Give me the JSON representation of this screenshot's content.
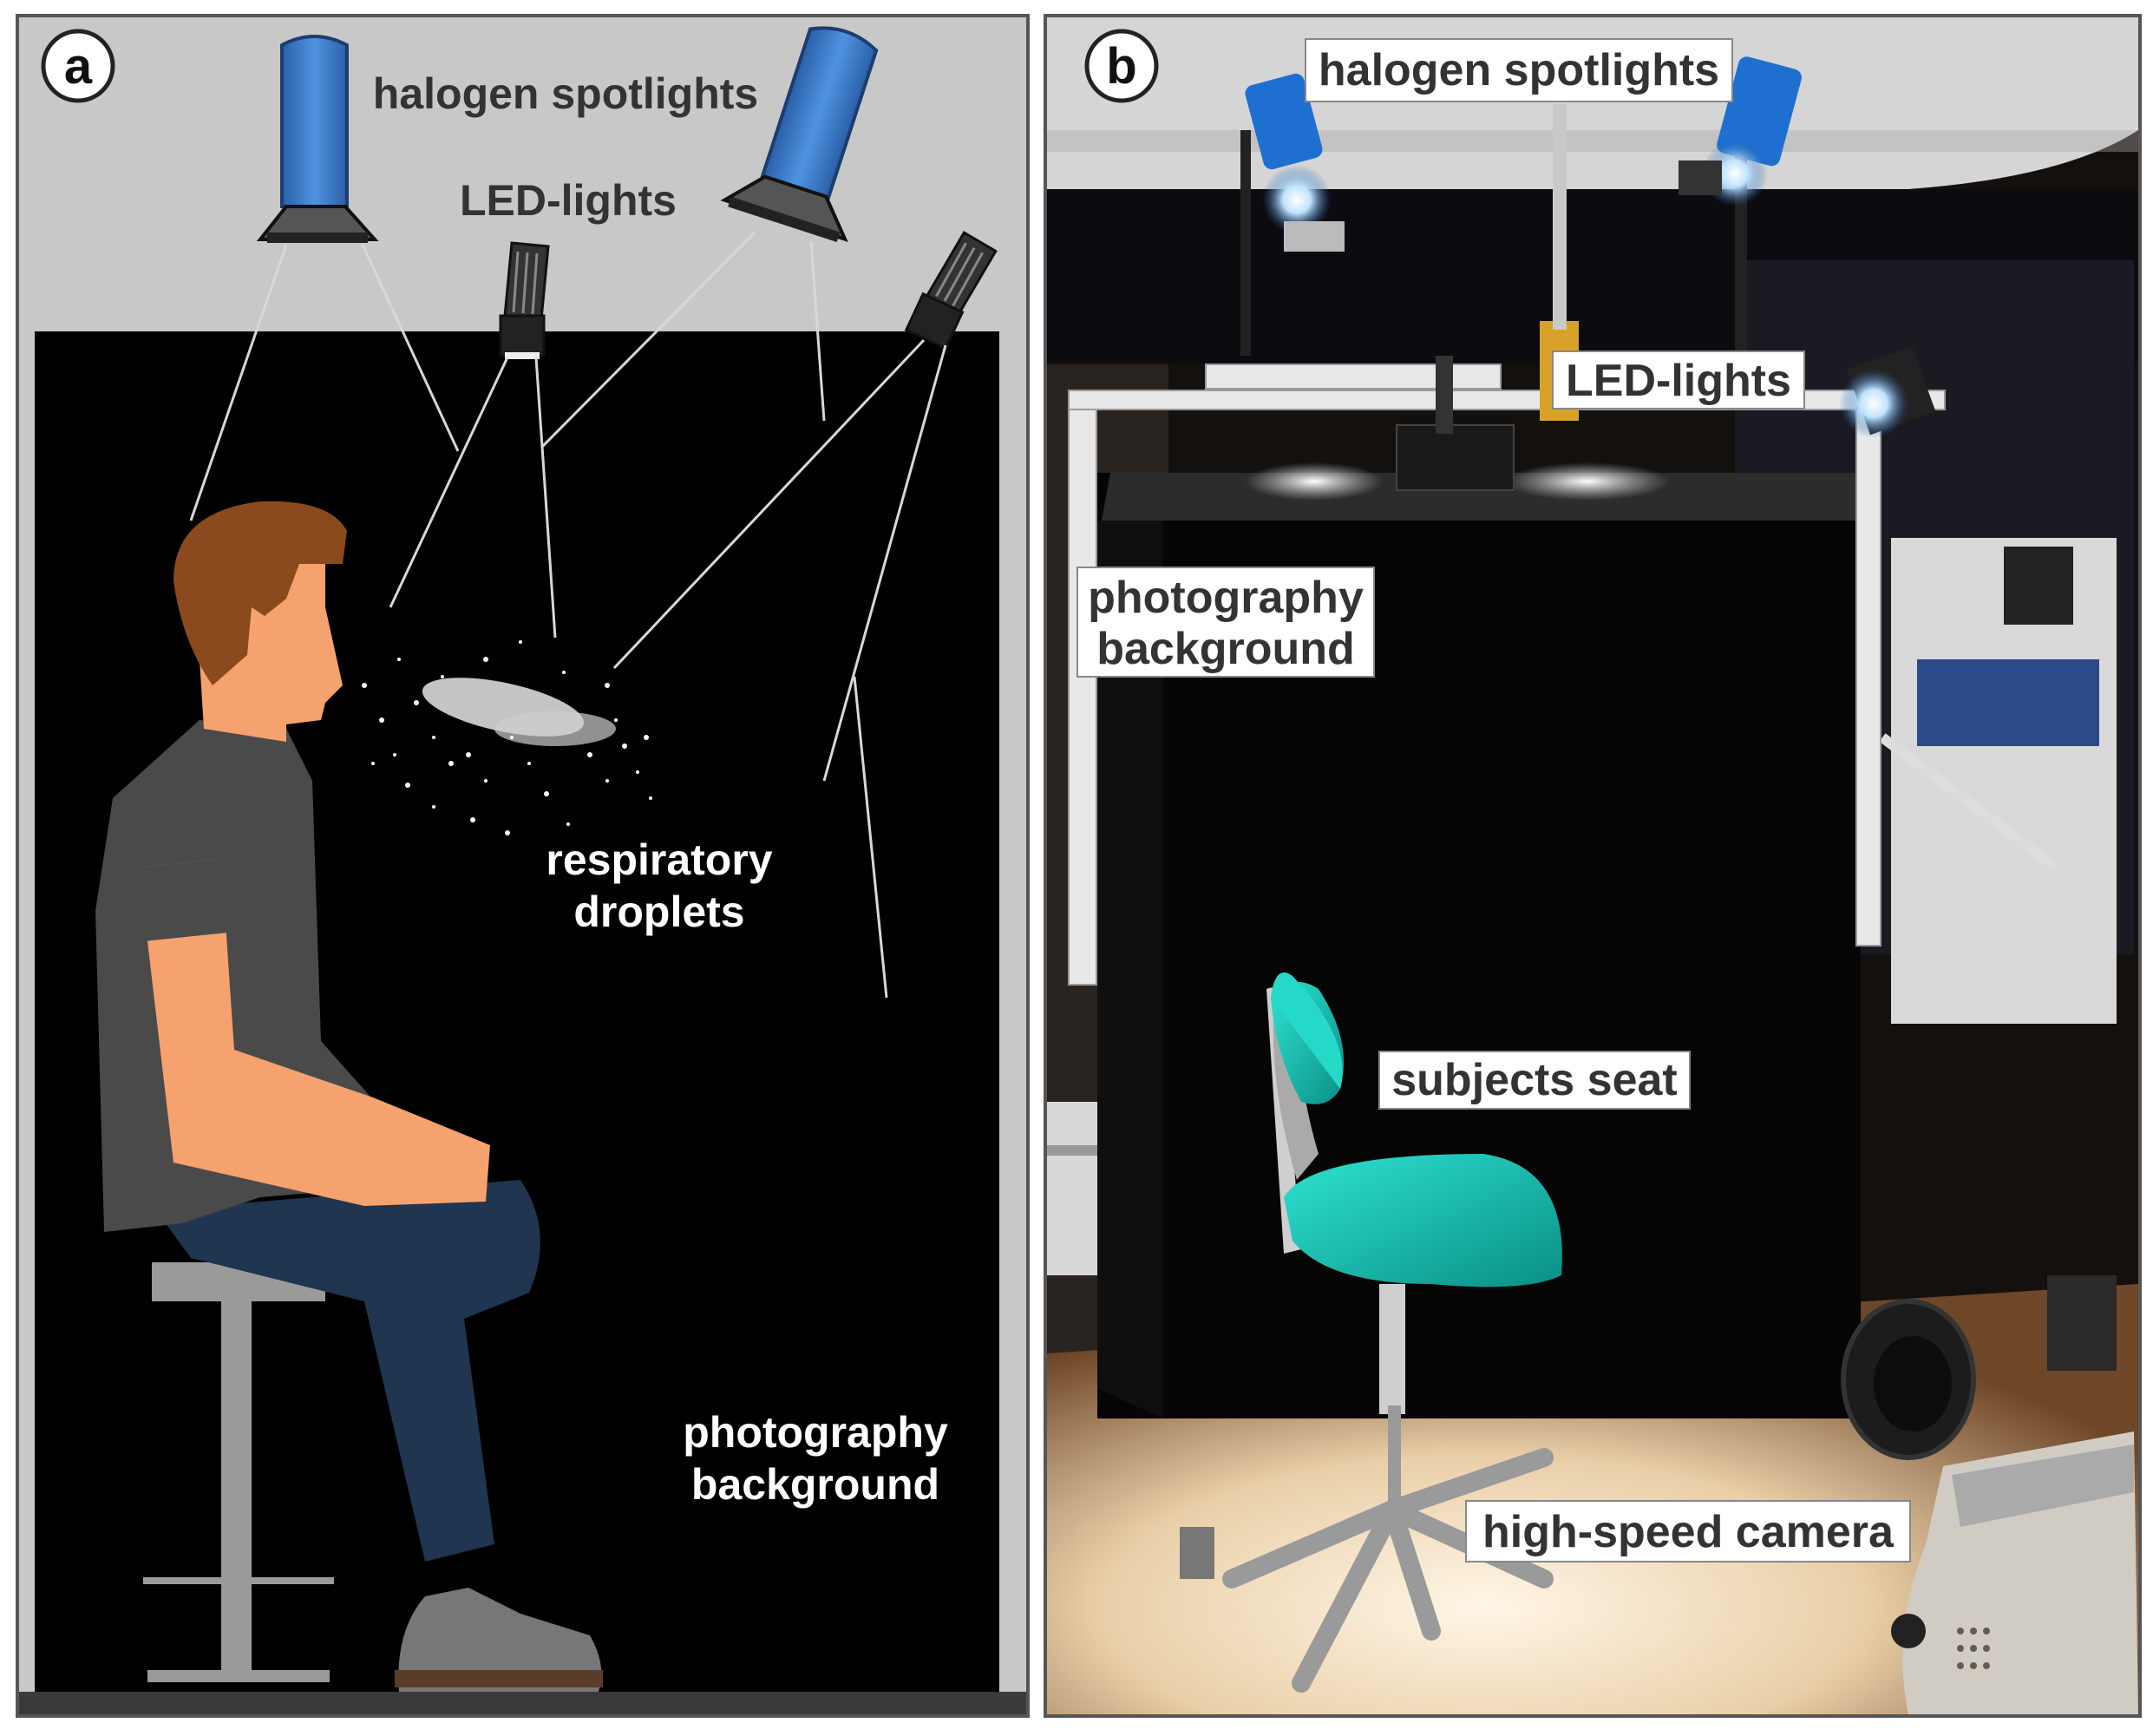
{
  "panel_a": {
    "badge": "a",
    "labels": {
      "halogen": "halogen spotlights",
      "led": "LED-lights",
      "droplets_line1": "respiratory",
      "droplets_line2": "droplets",
      "background_line1": "photography",
      "background_line2": "background"
    }
  },
  "panel_b": {
    "badge": "b",
    "labels": {
      "halogen": "halogen spotlights",
      "led": "LED-lights",
      "background_line1": "photography",
      "background_line2": "background",
      "seat": "subjects seat",
      "camera": "high-speed camera"
    }
  },
  "colors": {
    "ceiling": "#c8c8c8",
    "backdrop": "#000000",
    "spot_blue": "#3f7fd0",
    "skin": "#f5a26e",
    "hair": "#8a4a1e",
    "shirt": "#4a4a4a",
    "jeans": "#1f3550",
    "seat_teal": "#13b3a6"
  }
}
